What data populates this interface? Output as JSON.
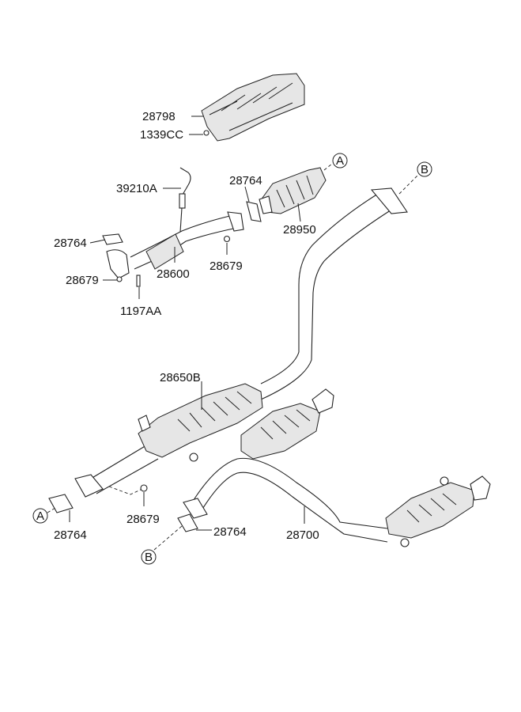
{
  "diagram": {
    "labels": {
      "heat_protector": "28798",
      "heat_protector_nut": "1339CC",
      "oxygen_sensor": "39210A",
      "gasket_front_cat": "28764",
      "ref_a_top": "A",
      "ref_b_top": "B",
      "catalytic_converter": "28950",
      "gasket_front_left": "28764",
      "front_pipe": "28600",
      "nut_front_pipe_right": "28679",
      "nut_front_pipe_left": "28679",
      "bolt_front_pipe": "1197AA",
      "center_muffler": "28650B",
      "ref_a_bottom": "A",
      "gasket_center_pipe": "28764",
      "nut_center_pipe": "28679",
      "gasket_rear": "28764",
      "ref_b_bottom": "B",
      "rear_muffler": "28700"
    }
  }
}
